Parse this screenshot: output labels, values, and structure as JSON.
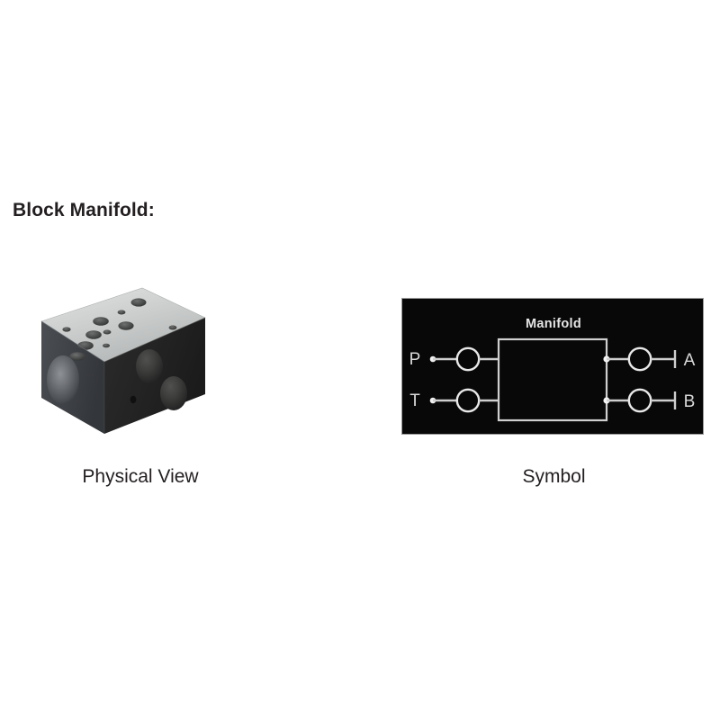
{
  "page": {
    "background_color": "#ffffff",
    "title": "Block Manifold:"
  },
  "figures": [
    {
      "id": "physical",
      "caption": "Physical View",
      "kind": "photo",
      "subject": "hydraulic block manifold",
      "colors": {
        "top_face": "#c9cbcb",
        "left_face": "#3c3f44",
        "front_face": "#232323"
      }
    },
    {
      "id": "symbol",
      "caption": "Symbol",
      "kind": "schematic",
      "panel": {
        "background_color": "#080808",
        "border_color": "#9a9a9a",
        "line_color": "#d7d7d7",
        "label": "Manifold"
      },
      "ports": {
        "left": [
          {
            "name": "P",
            "side": "left",
            "row": "top"
          },
          {
            "name": "T",
            "side": "left",
            "row": "bottom"
          }
        ],
        "right": [
          {
            "name": "A",
            "side": "right",
            "row": "top"
          },
          {
            "name": "B",
            "side": "right",
            "row": "bottom"
          }
        ]
      }
    }
  ]
}
